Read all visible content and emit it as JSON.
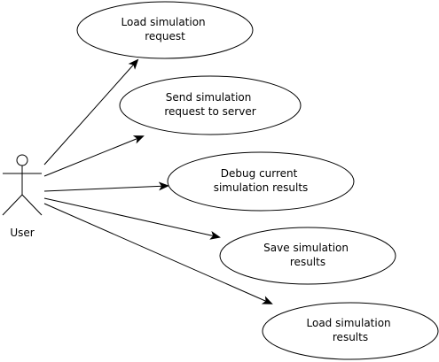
{
  "actor": {
    "label": "User",
    "icon": "stick-figure-icon"
  },
  "colors": {
    "stroke": "#000000",
    "fill": "#ffffff",
    "text": "#000000"
  },
  "use_cases": [
    {
      "line1": "Load simulation",
      "line2": "request"
    },
    {
      "line1": "Send simulation",
      "line2": "request to server"
    },
    {
      "line1": "Debug current",
      "line2": "simulation results"
    },
    {
      "line1": "Save simulation",
      "line2": "results"
    },
    {
      "line1": "Load simulation",
      "line2": "results"
    }
  ]
}
